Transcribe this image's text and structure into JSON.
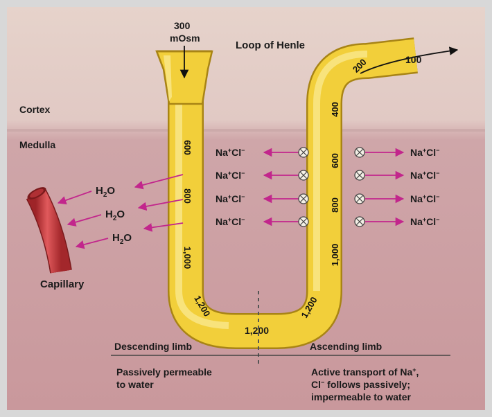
{
  "top_value": "300",
  "top_unit": "mOsm",
  "title": "Loop of Henle",
  "exit_value": "100",
  "regions": {
    "cortex": "Cortex",
    "medulla": "Medulla"
  },
  "capillary_label": "Capillary",
  "water_label": "H",
  "water_sub": "2",
  "water_o": "O",
  "ion": {
    "na": "Na",
    "plus": "+",
    "cl": "Cl",
    "minus": "−"
  },
  "descending_values": [
    "600",
    "800",
    "1,000",
    "1,200"
  ],
  "bottom_value": "1,200",
  "ascending_values": [
    "1,200",
    "1,000",
    "800",
    "600",
    "400",
    "200"
  ],
  "descending": {
    "title": "Descending limb",
    "desc_line1": "Passively permeable",
    "desc_line2": "to water"
  },
  "ascending": {
    "title": "Ascending limb",
    "desc_line1": "Active transport of Na",
    "desc_line1_sup": "+",
    "desc_line1_end": ",",
    "desc_line2_cl": "Cl",
    "desc_line2_sup": "−",
    "desc_line2_rest": " follows passively;",
    "desc_line3": "impermeable to water"
  },
  "colors": {
    "tubule": "#f2cf3a",
    "tubule_edge": "#a88415",
    "arrow": "#c2268c",
    "capillary": "#c93a3d",
    "cortex_bg": "#e3cfc6",
    "medulla_bg": "#c9a0a4"
  }
}
